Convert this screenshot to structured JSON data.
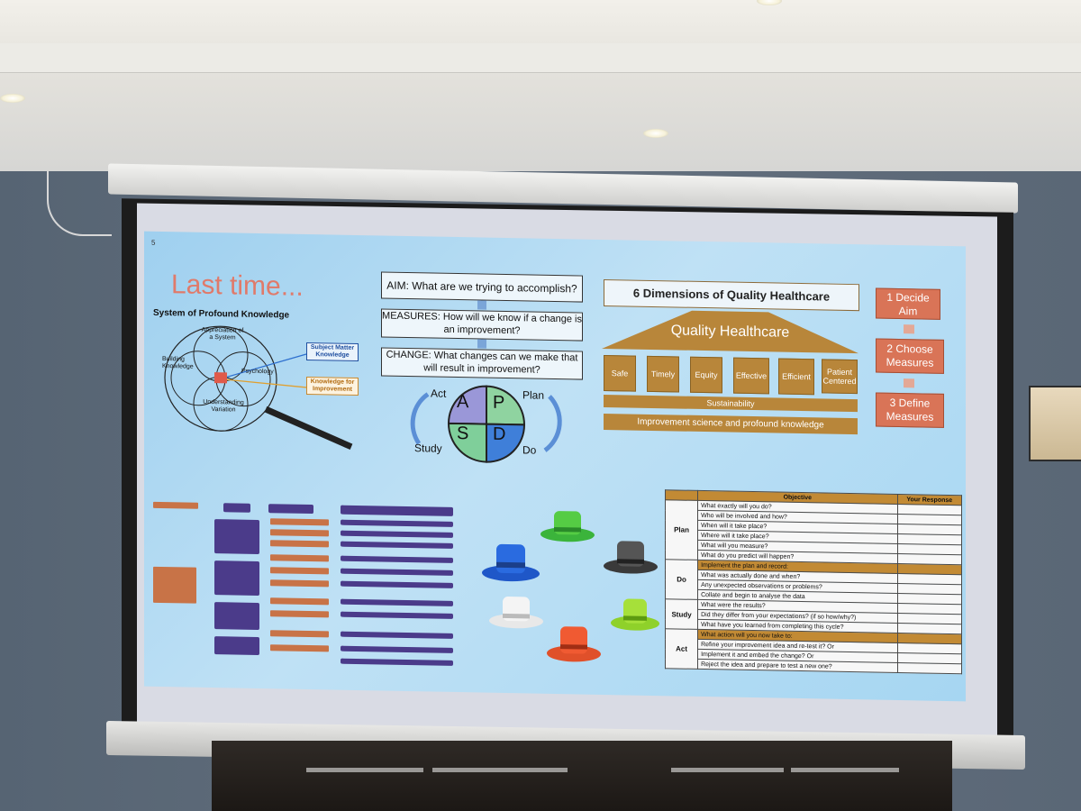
{
  "slide": {
    "number": "5",
    "title": "Last time...",
    "spk": {
      "heading": "System of Profound Knowledge",
      "appreciation": "Appreciation of a System",
      "building": "Building Knowledge",
      "psychology": "Psychology",
      "understanding": "Understanding Variation",
      "subject_matter": "Subject Matter Knowledge",
      "knowledge_improvement": "Knowledge for Improvement"
    },
    "model_for_improvement": {
      "aim": "AIM: What are we trying to accomplish?",
      "measures": "MEASURES: How will we know if a change is an improvement?",
      "change": "CHANGE: What changes can we make that will result in improvement?",
      "cycle": {
        "act": "Act",
        "plan": "Plan",
        "study": "Study",
        "do": "Do",
        "a": "A",
        "p": "P",
        "s": "S",
        "d": "D"
      }
    },
    "quality": {
      "heading": "6 Dimensions of Quality Healthcare",
      "roof": "Quality Healthcare",
      "pillars": [
        "Safe",
        "Timely",
        "Equity",
        "Effective",
        "Efficient",
        "Patient Centered"
      ],
      "sustainability": "Sustainability",
      "foundation": "Improvement science and profound knowledge"
    },
    "steps": [
      "1 Decide Aim",
      "2 Choose Measures",
      "3 Define Measures"
    ],
    "pdsa_table": {
      "headers": [
        "Objective",
        "Your Response"
      ],
      "sections": [
        {
          "label": "Plan",
          "banner": "",
          "rows": [
            "What exactly will you do?",
            "Who will be involved and how?",
            "When will it take place?",
            "Where will it take place?",
            "What will you measure?",
            "What do you predict will happen?"
          ]
        },
        {
          "label": "Do",
          "banner": "Implement the plan and record:",
          "rows": [
            "What was actually done and when?",
            "Any unexpected observations or problems?",
            "Collate and begin to analyse the data"
          ]
        },
        {
          "label": "Study",
          "banner": "",
          "rows": [
            "What were the results?",
            "Did they differ from your expectations? (if so how/why?)",
            "What have you learned from completing this cycle?"
          ]
        },
        {
          "label": "Act",
          "banner": "What action will you now take to:",
          "rows": [
            "Refine your improvement idea and re-test it? Or",
            "Implement it and embed the change? Or",
            "Reject the idea and prepare to test a new one?"
          ]
        }
      ]
    },
    "hats": [
      "blue",
      "green",
      "black",
      "white",
      "yellow",
      "red"
    ],
    "colors": {
      "title": "#e07a6a",
      "accent_orange": "#d97457",
      "gold": "#b8863a",
      "cycle_a": "#9a97d8",
      "cycle_p": "#8fd3a0",
      "cycle_s": "#7fcf9a",
      "cycle_d": "#3f7fd9"
    }
  }
}
